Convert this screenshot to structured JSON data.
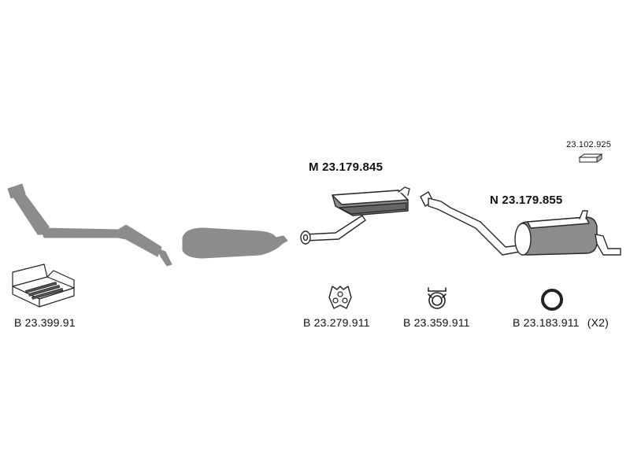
{
  "parts": {
    "front_pipe": {},
    "mounting_kit": {
      "code": "B 23.399.91"
    },
    "middle_silencer": {
      "code": "M 23.179.845"
    },
    "rear_silencer": {
      "code": "N 23.179.855"
    },
    "accessory": {
      "code": "23.102.925"
    },
    "hanger": {
      "code": "B 23.279.911"
    },
    "clamp": {
      "code": "B 23.359.911"
    },
    "ring": {
      "code": "B 23.183.911",
      "qty": "(X2)"
    }
  },
  "colors": {
    "part_fill": "#8c8c8c",
    "part_stroke": "#3a3a3a",
    "text": "#111111"
  }
}
